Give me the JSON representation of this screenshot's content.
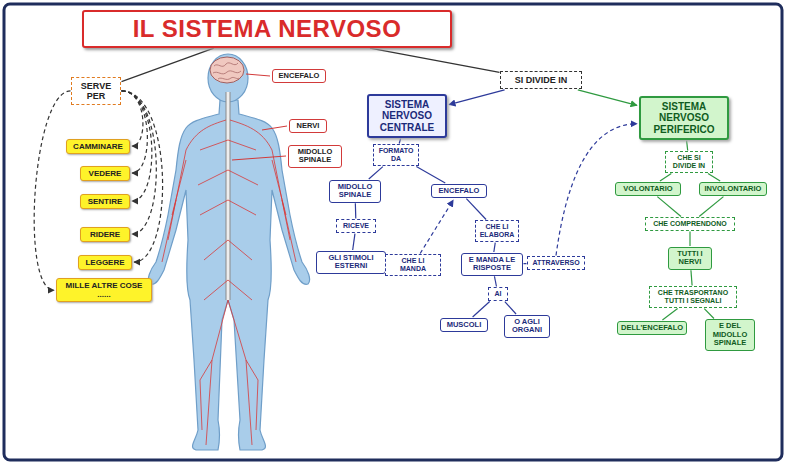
{
  "diagram": {
    "nodes": [
      {
        "text": [
          "IL SISTEMA NERVOSO"
        ]
      },
      {
        "text": [
          "SERVE PER"
        ]
      },
      {
        "text": [
          "CAMMINARE"
        ]
      },
      {
        "text": [
          "VEDERE"
        ]
      },
      {
        "text": [
          "SENTIRE"
        ]
      },
      {
        "text": [
          "RIDERE"
        ]
      },
      {
        "text": [
          "LEGGERE"
        ]
      },
      {
        "text": [
          "MILLE ALTRE COSE ......"
        ]
      },
      {
        "text": [
          "ENCEFALO"
        ]
      },
      {
        "text": [
          "NERVI"
        ]
      },
      {
        "text": [
          "MIDOLLO SPINALE"
        ]
      },
      {
        "text": [
          "SI DIVIDE IN"
        ]
      },
      {
        "text": [
          "SISTEMA NERVOSO CENTRALE"
        ]
      },
      {
        "text": [
          "SISTEMA NERVOSO PERIFERICO"
        ]
      },
      {
        "text": [
          "FORMATO DA"
        ]
      },
      {
        "text": [
          "MIDOLLO SPINALE"
        ]
      },
      {
        "text": [
          "ENCEFALO"
        ]
      },
      {
        "text": [
          "RICEVE"
        ]
      },
      {
        "text": [
          "GLI STIMOLI ESTERNI"
        ]
      },
      {
        "text": [
          "CHE LI MANDA"
        ]
      },
      {
        "text": [
          "CHE LI ELABORA"
        ]
      },
      {
        "text": [
          "E MANDA LE RISPOSTE"
        ]
      },
      {
        "text": [
          "ATTRAVERSO"
        ]
      },
      {
        "text": [
          "AI"
        ]
      },
      {
        "text": [
          "MUSCOLI"
        ]
      },
      {
        "text": [
          "O AGLI ORGANI"
        ]
      },
      {
        "text": [
          "CHE SI DIVIDE IN"
        ]
      },
      {
        "text": [
          "VOLONTARIO"
        ]
      },
      {
        "text": [
          "INVOLONTARIO"
        ]
      },
      {
        "text": [
          "CHE COMPRENDONO"
        ]
      },
      {
        "text": [
          "TUTTI I NERVI"
        ]
      },
      {
        "text": [
          "CHE TRASPORTANO TUTTI I SEGNALI"
        ]
      },
      {
        "text": [
          "DELL'ENCEFALO"
        ]
      },
      {
        "text": [
          "E DEL MIDOLLO SPINALE"
        ]
      }
    ],
    "edges": [
      {
        "from": 0,
        "to": 1,
        "arrow": "none"
      },
      {
        "from": 0,
        "to": 11,
        "arrow": "none"
      },
      {
        "from": 11,
        "to": 12,
        "arrow": "to"
      },
      {
        "from": 11,
        "to": 13,
        "arrow": "to"
      },
      {
        "from": 1,
        "to": 2,
        "arrow": "to"
      },
      {
        "from": 1,
        "to": 3,
        "arrow": "to"
      },
      {
        "from": 1,
        "to": 4,
        "arrow": "to"
      },
      {
        "from": 1,
        "to": 5,
        "arrow": "to"
      },
      {
        "from": 1,
        "to": 6,
        "arrow": "to"
      },
      {
        "from": 1,
        "to": 7,
        "arrow": "to"
      },
      {
        "from": 12,
        "to": 14,
        "arrow": "none"
      },
      {
        "from": 14,
        "to": 15,
        "arrow": "none"
      },
      {
        "from": 14,
        "to": 16,
        "arrow": "none"
      },
      {
        "from": 15,
        "to": 17,
        "arrow": "none"
      },
      {
        "from": 17,
        "to": 18,
        "arrow": "none"
      },
      {
        "from": 18,
        "to": 19,
        "arrow": "none"
      },
      {
        "from": 19,
        "to": 16,
        "arrow": "to"
      },
      {
        "from": 16,
        "to": 20,
        "arrow": "none"
      },
      {
        "from": 20,
        "to": 21,
        "arrow": "none"
      },
      {
        "from": 21,
        "to": 22,
        "arrow": "none"
      },
      {
        "from": 22,
        "to": 13,
        "arrow": "to"
      },
      {
        "from": 21,
        "to": 23,
        "arrow": "none"
      },
      {
        "from": 23,
        "to": 24,
        "arrow": "none"
      },
      {
        "from": 23,
        "to": 25,
        "arrow": "none"
      },
      {
        "from": 13,
        "to": 26,
        "arrow": "none"
      },
      {
        "from": 26,
        "to": 27,
        "arrow": "none"
      },
      {
        "from": 26,
        "to": 28,
        "arrow": "none"
      },
      {
        "from": 27,
        "to": 29,
        "arrow": "none"
      },
      {
        "from": 28,
        "to": 29,
        "arrow": "none"
      },
      {
        "from": 29,
        "to": 30,
        "arrow": "none"
      },
      {
        "from": 30,
        "to": 31,
        "arrow": "none"
      },
      {
        "from": 31,
        "to": 32,
        "arrow": "none"
      },
      {
        "from": 31,
        "to": 33,
        "arrow": "none"
      }
    ]
  }
}
